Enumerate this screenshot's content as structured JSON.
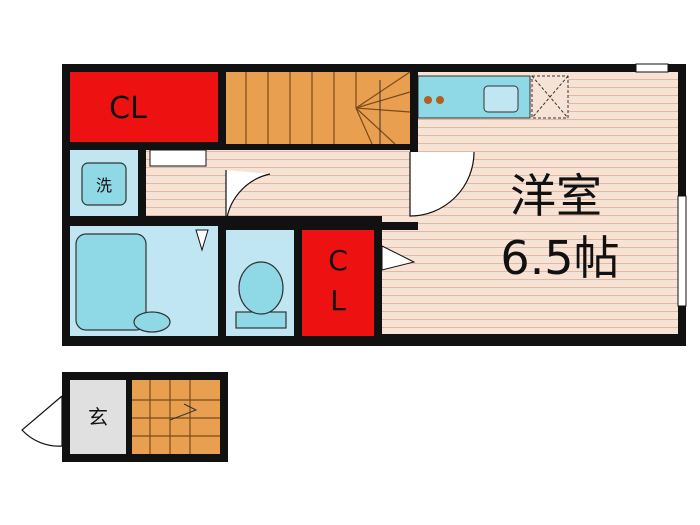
{
  "floorplan": {
    "rooms": {
      "closet_top_label": "CL",
      "closet_mid_label_1": "C",
      "closet_mid_label_2": "L",
      "washer_label": "洗",
      "western_room_label": "洋室",
      "western_room_size": "6.5帖",
      "entrance_label": "玄"
    },
    "colors": {
      "closet": "#ee1111",
      "stairs": "#e8a050",
      "wet_area": "#bfe6f2",
      "fixture": "#8fd8e6",
      "floor": "#f6e3d6",
      "floor_line": "#e2b8a0",
      "wall": "#111111",
      "entrance": "#e0e0e0"
    }
  }
}
